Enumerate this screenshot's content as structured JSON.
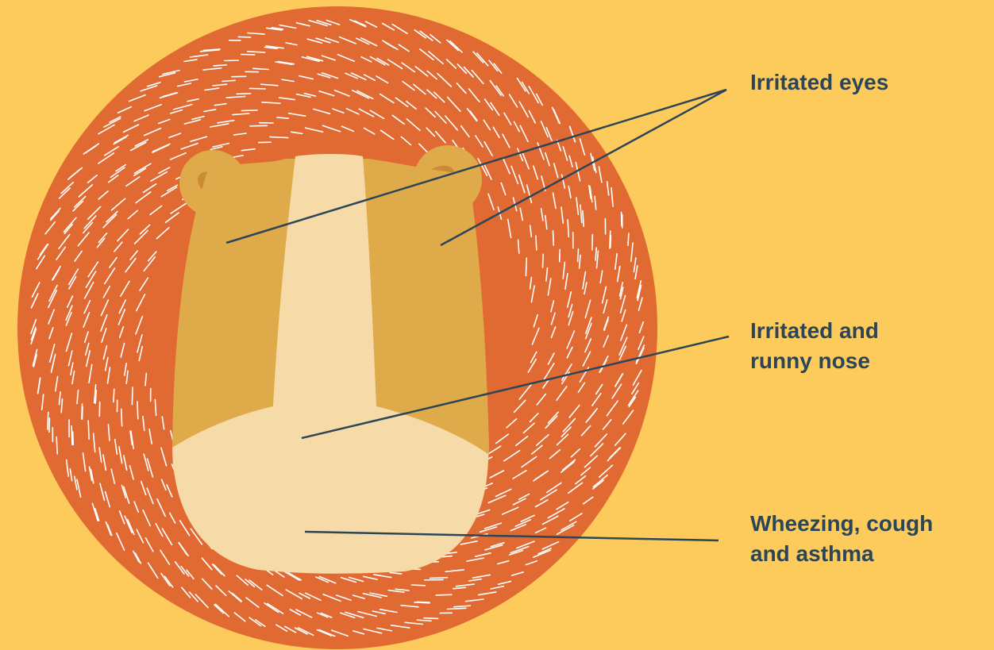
{
  "colors": {
    "background": "#FDCB5C",
    "mane": "#E16A33",
    "mane_strokes": "#FFFFFF",
    "face": "#DFAA4A",
    "muzzle": "#F6DAA8",
    "inner_ear": "#CC8A33",
    "leader_line": "#2C4557",
    "label_text": "#2C4557"
  },
  "illustration": {
    "subject": "lion face",
    "icons": [
      "lion-mane",
      "lion-ear",
      "lion-muzzle"
    ]
  },
  "callouts": [
    {
      "id": "eyes",
      "lines": [
        "Irritated eyes"
      ]
    },
    {
      "id": "nose",
      "lines": [
        "Irritated and",
        "runny nose"
      ]
    },
    {
      "id": "chest",
      "lines": [
        "Wheezing, cough",
        "and asthma"
      ]
    }
  ]
}
